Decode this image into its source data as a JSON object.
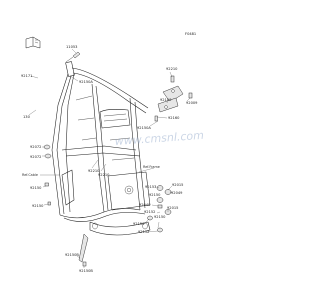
{
  "page_code": "F0481",
  "watermark": "www.cmsnl.com",
  "references": {
    "ref_frame": "Ref.Frame",
    "ref_cable": "Ref.Cable"
  },
  "part_labels": {
    "p11053": "11053",
    "p92171a": "92171",
    "p92150a": "92150A",
    "p130": "130",
    "p92210a": "92210",
    "p92150b": "92150",
    "p92009": "92009",
    "p92160a": "92160",
    "p92150c": "92150A",
    "p92072a": "92072",
    "p92072b": "92072",
    "p92210b": "92210",
    "p92210c": "92210",
    "p92150d": "92150",
    "p92153": "92153",
    "p92015a": "92015",
    "p92150e": "92150",
    "p92150f": "92150",
    "p92049a": "92049",
    "p92049b": "92049",
    "p92152a": "92152",
    "p92150g": "92150",
    "p92015b": "92015",
    "p92150h": "92150",
    "p92152b": "92152",
    "p92150i": "92150B",
    "p92150j": "92150B"
  },
  "colors": {
    "line": "#1e1e1e",
    "watermark": "#8fa6c8"
  }
}
